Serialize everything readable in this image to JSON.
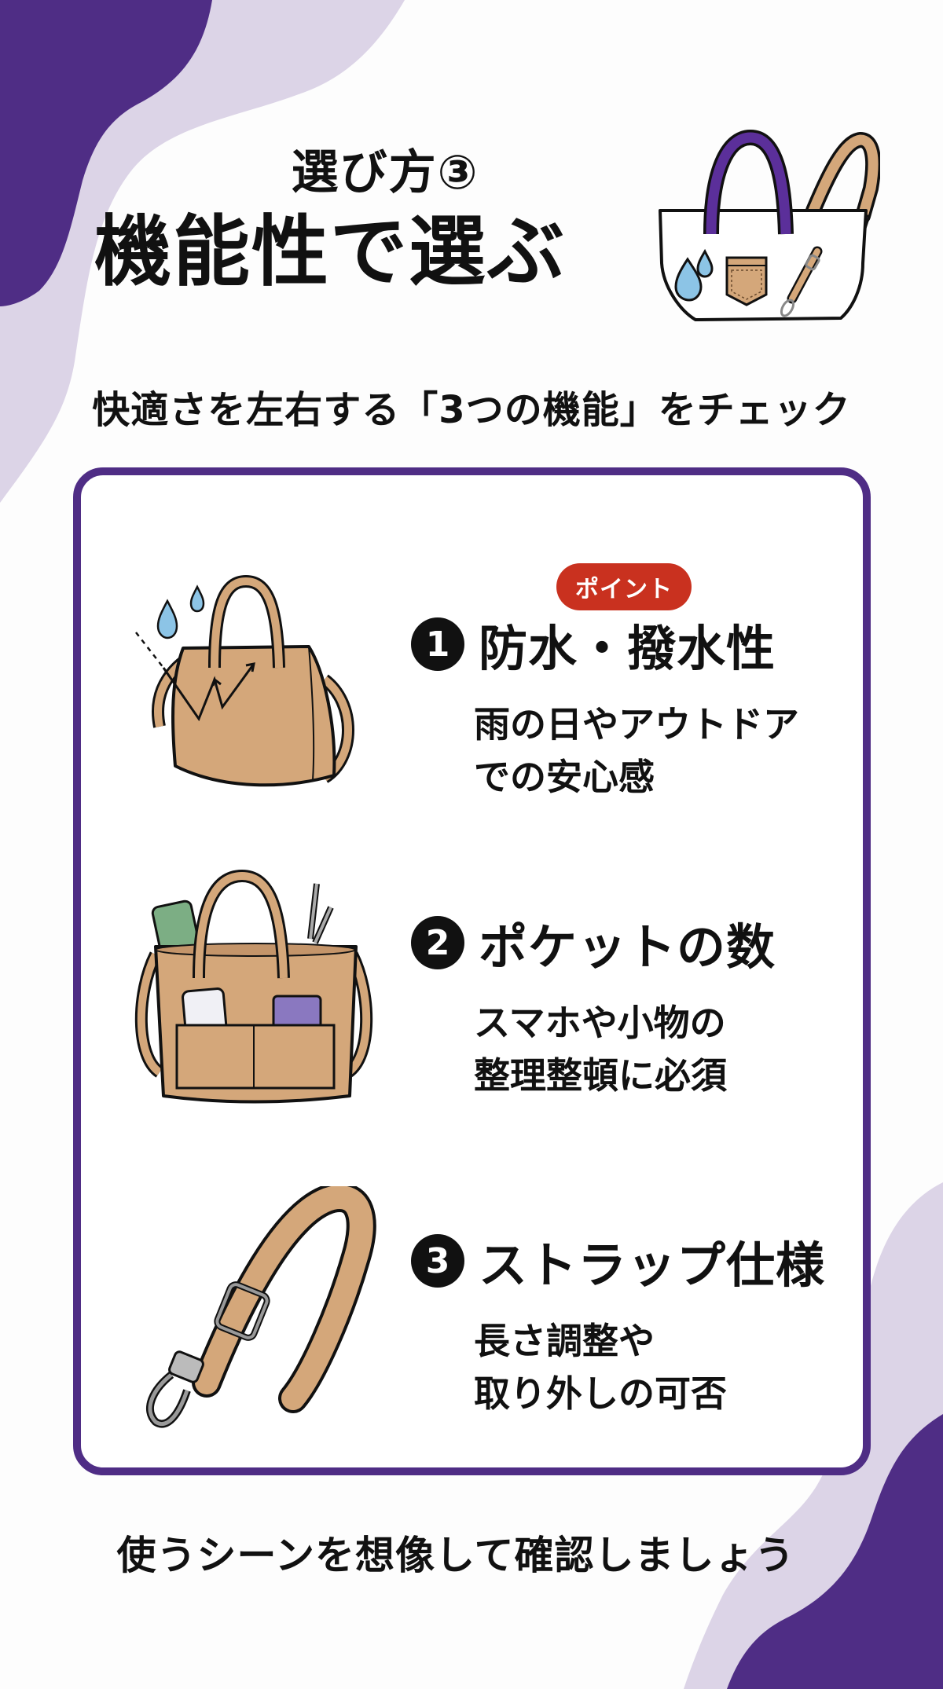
{
  "header": {
    "subtitle": "選び方③",
    "title": "機能性で選ぶ"
  },
  "lead": "快適さを左右する「3つの機能」をチェック",
  "card": {
    "badge": "ポイント",
    "items": [
      {
        "number": "1",
        "heading": "防水・撥水性",
        "desc_line1": "雨の日やアウトドア",
        "desc_line2": "での安心感",
        "illustration": "water-repellent-bag-icon"
      },
      {
        "number": "2",
        "heading": "ポケットの数",
        "desc_line1": "スマホや小物の",
        "desc_line2": "整理整頓に必須",
        "illustration": "pocket-tote-bag-icon"
      },
      {
        "number": "3",
        "heading": "ストラップ仕様",
        "desc_line1": "長さ調整や",
        "desc_line2": "取り外しの可否",
        "illustration": "adjustable-strap-icon"
      }
    ]
  },
  "footer": "使うシーンを想像して確認しましょう",
  "colors": {
    "accent_purple": "#4f2d85",
    "light_purple": "#dcd4e7",
    "badge_red": "#c9311f",
    "bag_tan": "#d4a77a",
    "water_blue": "#8cc4e6",
    "text": "#111111",
    "background": "#fdfdfd"
  }
}
